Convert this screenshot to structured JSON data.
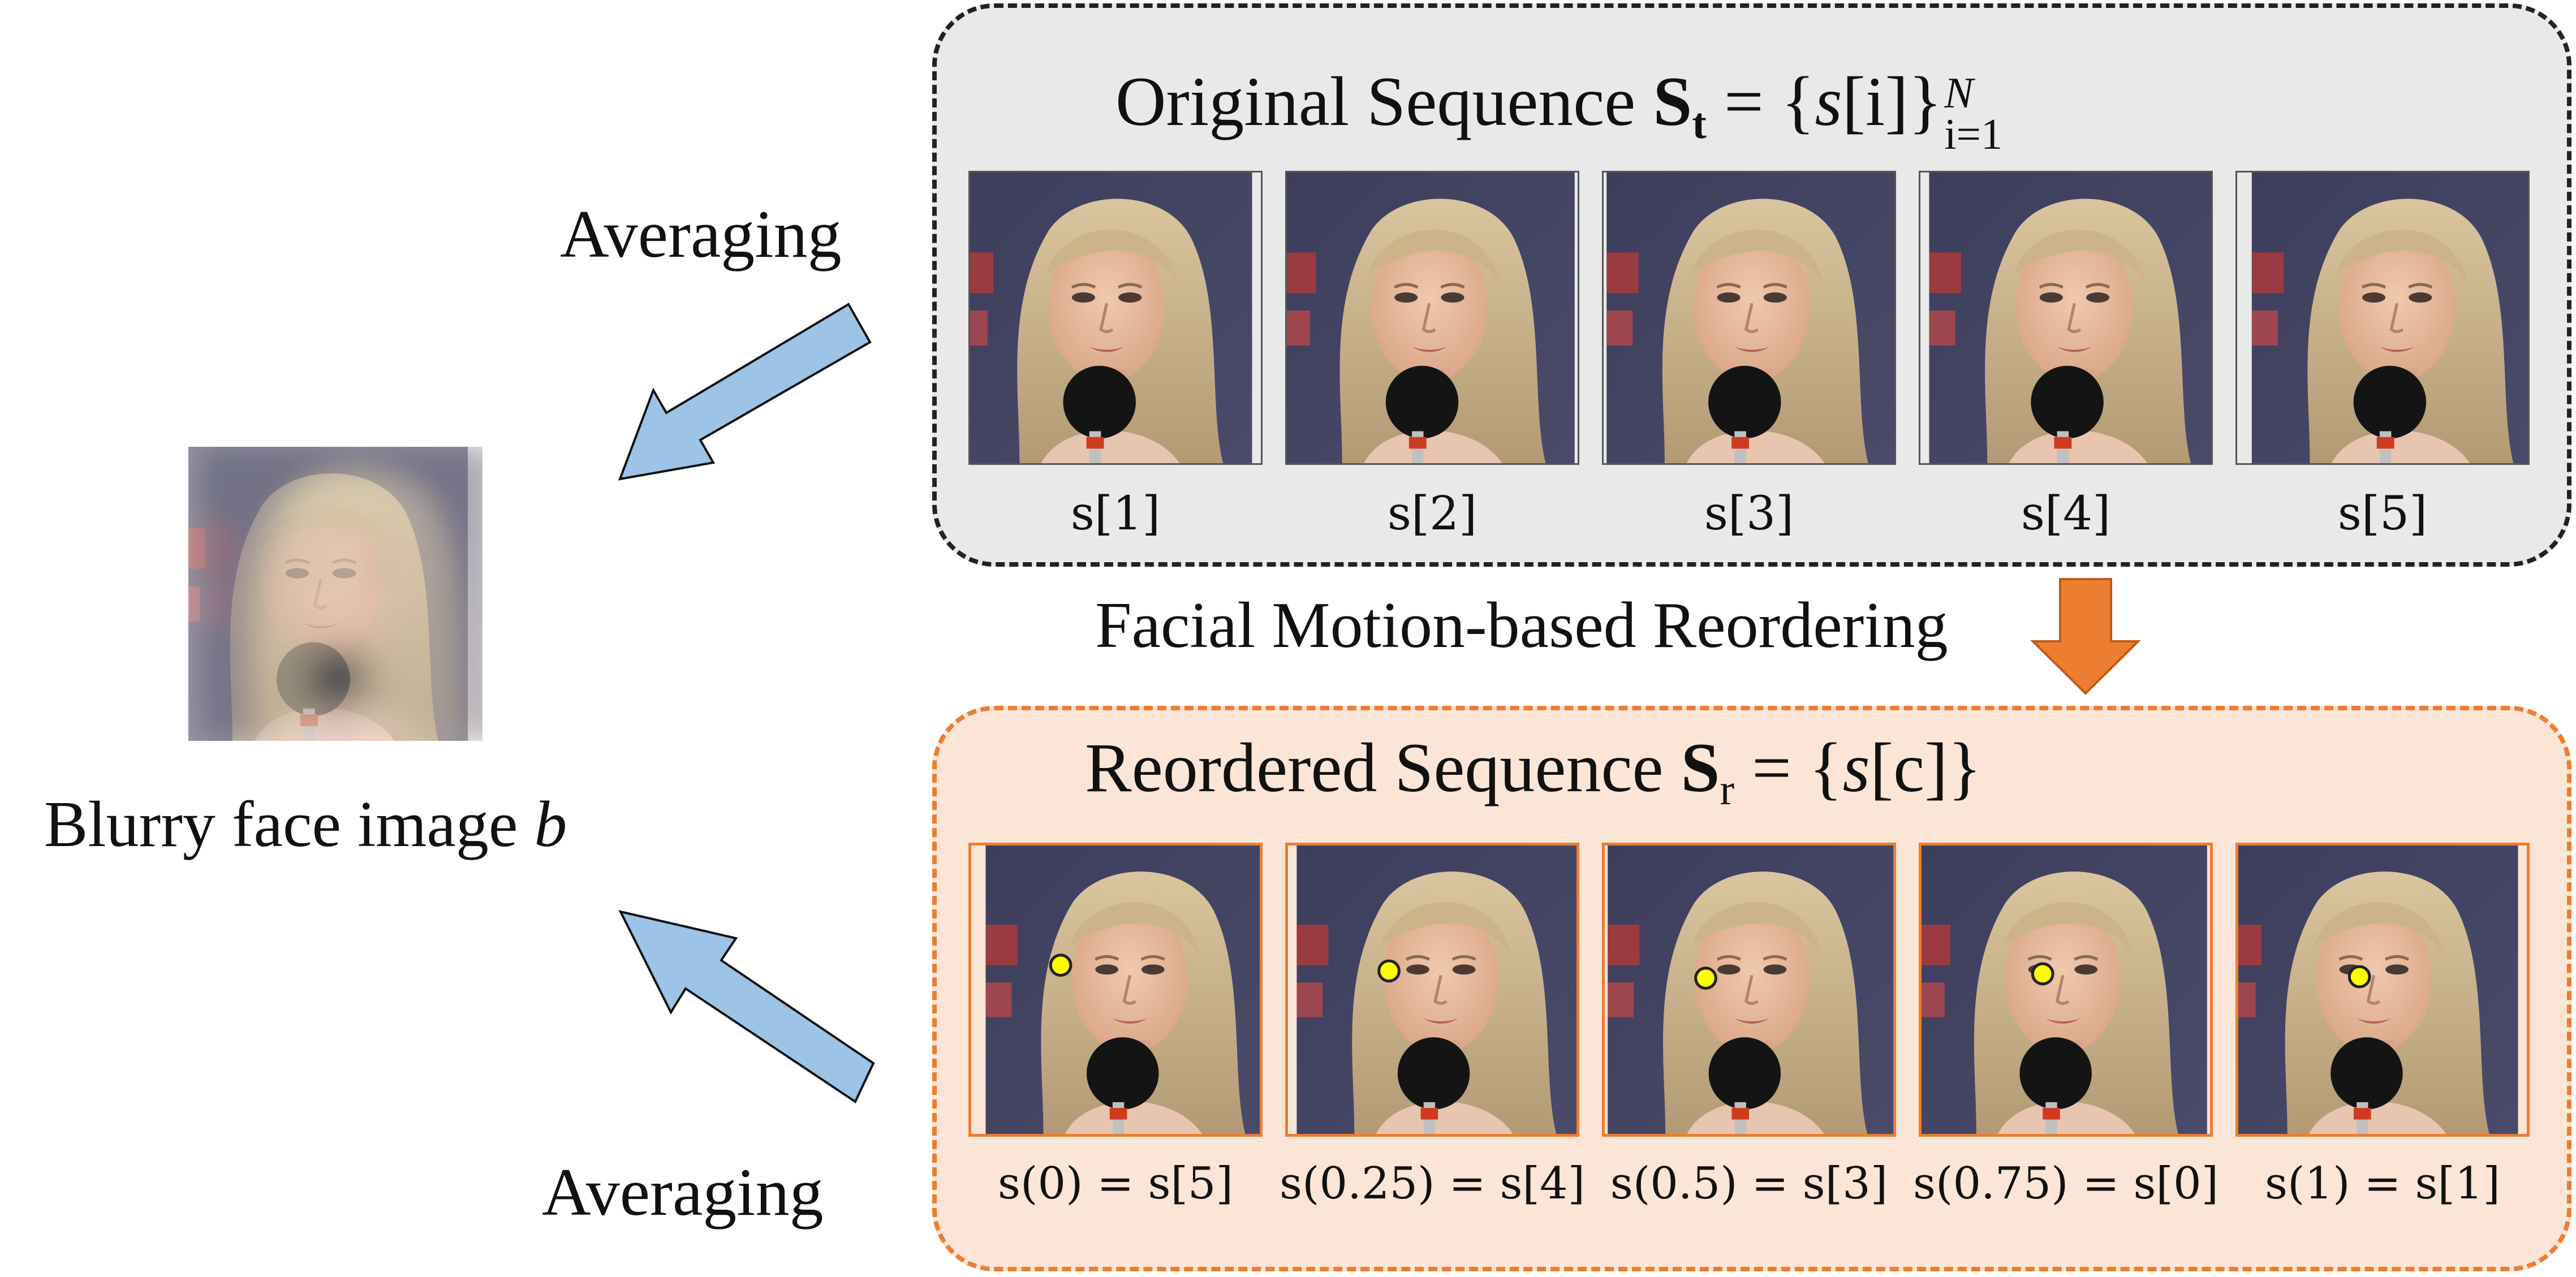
{
  "original": {
    "title_prefix": "Original Sequence ",
    "title_bold": "S",
    "title_bold_sub": "t",
    "title_eq": " = {",
    "title_var": "s",
    "title_index": "[i]",
    "title_close": "}",
    "title_sup": "N",
    "title_sub": "i=1",
    "captions": [
      "s[1]",
      "s[2]",
      "s[3]",
      "s[4]",
      "s[5]"
    ]
  },
  "reordered": {
    "title_prefix": "Reordered Sequence ",
    "title_bold": "S",
    "title_sub": "r",
    "title_eq": " = {",
    "title_var": "s",
    "title_index": "[c]",
    "title_close": "}",
    "captions": [
      "s(0) = s[5]",
      "s(0.25) = s[4]",
      "s(0.5) = s[3]",
      "s(0.75) = s[0]",
      "s(1) = s[1]"
    ]
  },
  "labels": {
    "averaging_top": "Averaging",
    "averaging_bottom": "Averaging",
    "reordering": "Facial Motion-based Reordering",
    "blurry_prefix": "Blurry face image ",
    "blurry_var": "b"
  },
  "colors": {
    "original_panel_bg": "#e9e9e9",
    "reordered_panel_bg": "#fbe5d6",
    "reordered_border": "#ed7d31",
    "arrow_blue": "#9dc3e6",
    "arrow_orange": "#ed7d31",
    "landmark_dot": "#ffff00"
  }
}
